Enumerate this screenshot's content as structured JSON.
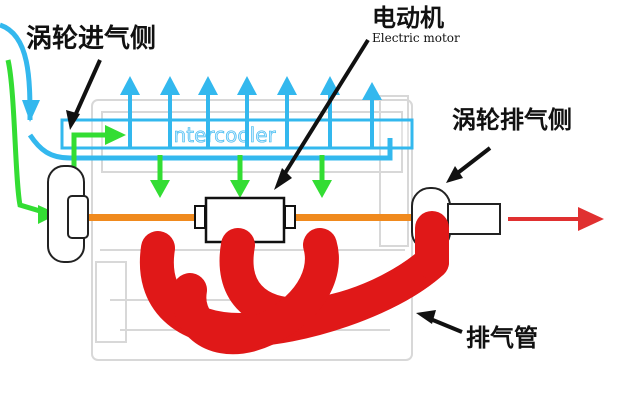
{
  "labels": {
    "turbo_intake_side": "涡轮进气侧",
    "electric_motor_cn": "电动机",
    "electric_motor_en": "Electric motor",
    "turbo_exhaust_side": "涡轮排气侧",
    "exhaust_manifold": "排气管",
    "intercooler": "intercooler"
  },
  "colors": {
    "intake_air": "#33b8ee",
    "compressed_air": "#33dd33",
    "exhaust": "#e01818",
    "exhaust_out_arrow": "#e03030",
    "shaft": "#f08a1e",
    "outline": "#111111"
  }
}
